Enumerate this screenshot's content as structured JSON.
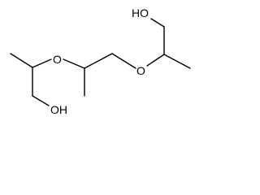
{
  "molecule": {
    "atoms": {
      "hydroxyl_top": "HO",
      "ether_oxygen_left": "O",
      "ether_oxygen_right": "O",
      "hydroxyl_bottom": "OH"
    }
  },
  "colors": {
    "bond": "#000000",
    "background": "#ffffff"
  }
}
